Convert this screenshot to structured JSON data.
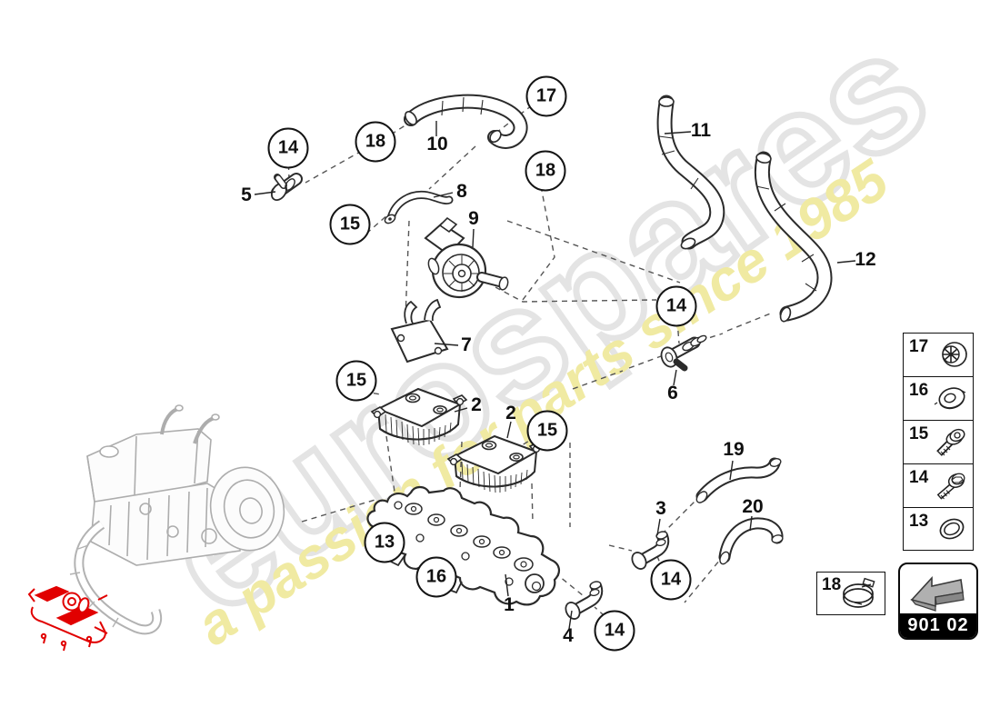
{
  "watermark": {
    "brand": "eurospares",
    "tagline": "a passion for parts since 1985",
    "brand_color": "#e4e4e4",
    "tagline_color": "#f0eaa2"
  },
  "diagram": {
    "highlight_color": "#e10000",
    "callouts": [
      {
        "label": "14"
      },
      {
        "label": "18"
      },
      {
        "label": "17"
      },
      {
        "label": "18"
      },
      {
        "label": "15"
      },
      {
        "label": "14"
      },
      {
        "label": "15"
      },
      {
        "label": "15"
      },
      {
        "label": "13"
      },
      {
        "label": "16"
      },
      {
        "label": "14"
      },
      {
        "label": "14"
      }
    ],
    "part_labels": [
      {
        "label": "5"
      },
      {
        "label": "10"
      },
      {
        "label": "8"
      },
      {
        "label": "9"
      },
      {
        "label": "7"
      },
      {
        "label": "11"
      },
      {
        "label": "12"
      },
      {
        "label": "2"
      },
      {
        "label": "2"
      },
      {
        "label": "6"
      },
      {
        "label": "1"
      },
      {
        "label": "19"
      },
      {
        "label": "3"
      },
      {
        "label": "20"
      },
      {
        "label": "4"
      }
    ]
  },
  "legend": {
    "items": [
      {
        "number": "17",
        "icon": "cap-nut-icon"
      },
      {
        "number": "16",
        "icon": "flange-nut-icon"
      },
      {
        "number": "15",
        "icon": "washer-screw-icon"
      },
      {
        "number": "14",
        "icon": "socket-screw-icon"
      },
      {
        "number": "13",
        "icon": "o-ring-icon"
      }
    ],
    "clamp": {
      "number": "18",
      "icon": "hose-clamp-icon"
    },
    "section_code": "901 02"
  }
}
